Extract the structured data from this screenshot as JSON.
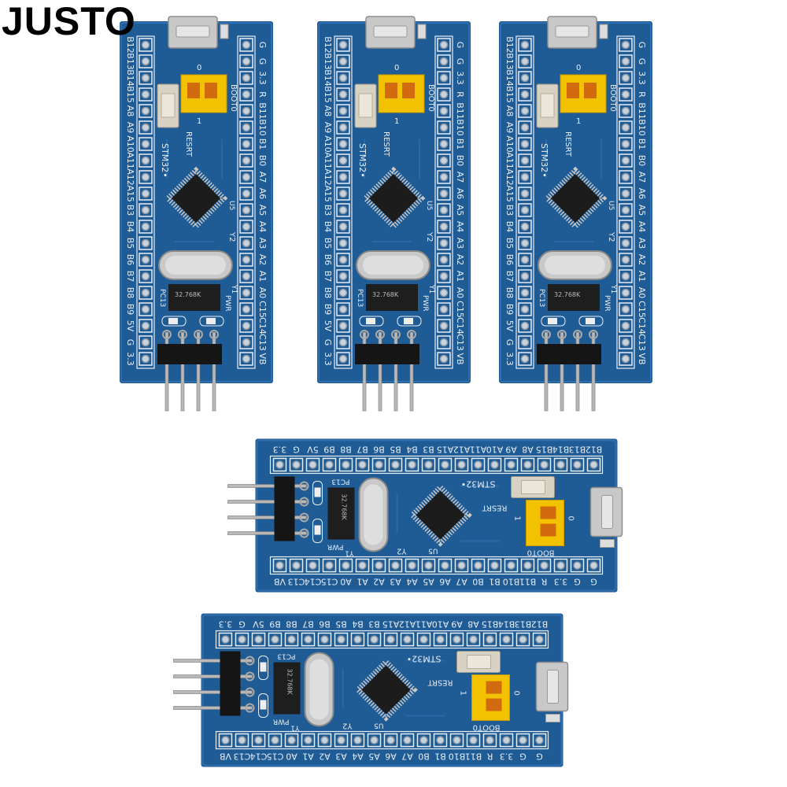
{
  "watermark": "JUSTO",
  "board": {
    "left_pins": [
      "B12",
      "B13",
      "B14",
      "B15",
      "A8",
      "A9",
      "A10",
      "A11",
      "A12",
      "A15",
      "B3",
      "B4",
      "B5",
      "B6",
      "B7",
      "B8",
      "B9",
      "5V",
      "G",
      "3.3"
    ],
    "right_pins": [
      "G",
      "G",
      "3.3",
      "R",
      "B11",
      "B10",
      "B1",
      "B0",
      "A7",
      "A6",
      "A5",
      "A4",
      "A3",
      "A2",
      "A1",
      "A0",
      "C15",
      "C14",
      "C13",
      "VB"
    ],
    "mcu_label": "STM32",
    "reset_label": "RESRT",
    "boot_label": "BOOT0",
    "jumper_labels": [
      "0",
      "1"
    ],
    "crystal_label": "Y2",
    "crystal2_label": "Y1",
    "led_labels": [
      "PC13",
      "PWR"
    ],
    "osc_marking": "32.768K",
    "chip_label": "U5",
    "colors": {
      "pcb": "#1f5b94",
      "silk": "#e8eef5",
      "jumper": "#f2c200",
      "header": "#151515"
    }
  },
  "boards": [
    {
      "orientation": "vertical"
    },
    {
      "orientation": "vertical"
    },
    {
      "orientation": "vertical"
    },
    {
      "orientation": "horizontal"
    },
    {
      "orientation": "horizontal"
    }
  ]
}
